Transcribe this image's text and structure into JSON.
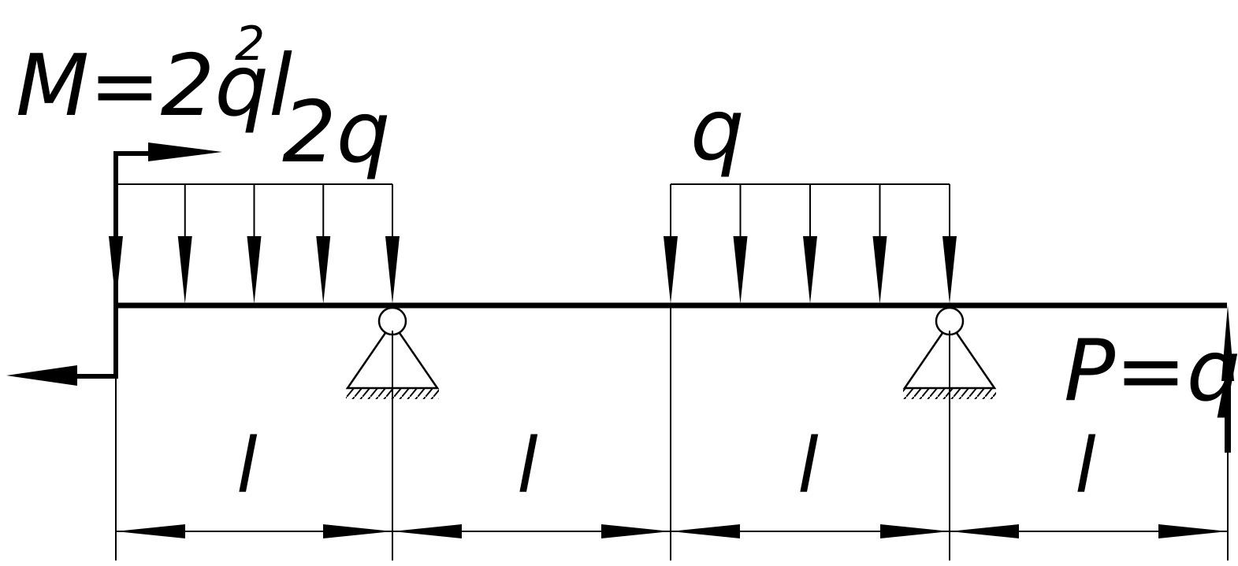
{
  "diagram": {
    "moment_label": "M=2ql",
    "moment_exponent": "2",
    "load_left_label": "2q",
    "load_right_label": "q",
    "force_label": "P=ql",
    "span_labels": [
      "l",
      "l",
      "l",
      "l"
    ]
  },
  "colors": {
    "ink": "#000000",
    "background": "#ffffff"
  }
}
